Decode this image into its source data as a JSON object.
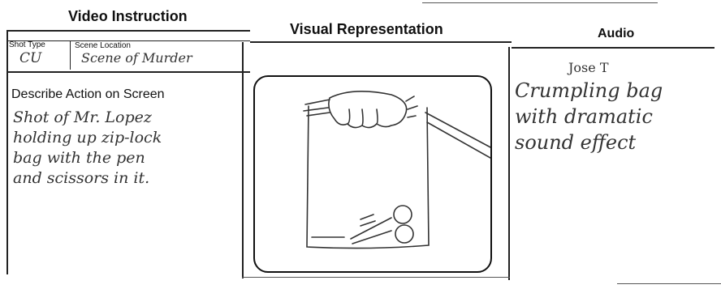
{
  "headers": {
    "video": "Video Instruction",
    "visual": "Visual Representation",
    "audio": "Audio"
  },
  "shot": {
    "type_label": "Shot Type",
    "type_value": "CU",
    "location_label": "Scene Location",
    "location_value": "Scene of Murder"
  },
  "describe": {
    "label": "Describe Action on Screen",
    "lines": [
      "Shot of Mr. Lopez",
      "holding up zip-lock",
      "bag with the pen",
      "and scissors in it."
    ]
  },
  "audio": {
    "name": "Jose T",
    "lines": [
      "Crumpling bag",
      "with dramatic",
      "sound effect"
    ]
  }
}
